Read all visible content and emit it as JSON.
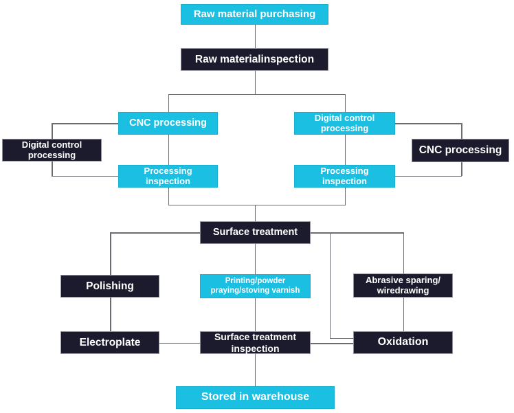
{
  "diagram": {
    "type": "flowchart",
    "background": "#ffffff",
    "colors": {
      "accent_cyan": "#1bbfe2",
      "dark_navy": "#1b1b2d",
      "connector_gray": "#6b6b72",
      "text": "#ffffff"
    },
    "nodes": {
      "raw_purchasing": {
        "label": "Raw material purchasing",
        "style": "cyan"
      },
      "raw_inspection": {
        "label": "Raw materialinspection",
        "style": "dark"
      },
      "cnc_left": {
        "label": "CNC processing",
        "style": "cyan"
      },
      "digital_left": {
        "label": "Digital control processing",
        "lines": [
          "Digital control",
          "processing"
        ],
        "style": "dark"
      },
      "proc_insp_left": {
        "label": "Processing inspection",
        "lines": [
          "Processing",
          "inspection"
        ],
        "style": "cyan"
      },
      "digital_right": {
        "label": "Digital control processing",
        "lines": [
          "Digital control",
          "processing"
        ],
        "style": "cyan"
      },
      "cnc_right": {
        "label": "CNC processing",
        "style": "dark"
      },
      "proc_insp_right": {
        "label": "Processing inspection",
        "lines": [
          "Processing",
          "inspection"
        ],
        "style": "cyan"
      },
      "surface_treatment": {
        "label": "Surface treatment",
        "style": "dark"
      },
      "polishing": {
        "label": "Polishing",
        "style": "dark"
      },
      "printing": {
        "label": "Printing/powder praying/stoving varnish",
        "lines": [
          "Printing/powder",
          "praying/stoving varnish"
        ],
        "style": "cyan"
      },
      "abrasive": {
        "label": "Abrasive sparing/wiredrawing",
        "lines": [
          "Abrasive sparing/",
          "wiredrawing"
        ],
        "style": "dark"
      },
      "electroplate": {
        "label": "Electroplate",
        "style": "dark"
      },
      "surface_inspection": {
        "label": "Surface treatment inspection",
        "lines": [
          "Surface treatment",
          "inspection"
        ],
        "style": "dark"
      },
      "oxidation": {
        "label": "Oxidation",
        "style": "dark"
      },
      "stored": {
        "label": "Stored in warehouse",
        "style": "cyan"
      }
    },
    "edges": [
      {
        "from": "raw_purchasing",
        "to": "raw_inspection"
      },
      {
        "from": "raw_inspection",
        "to": "cnc_left"
      },
      {
        "from": "raw_inspection",
        "to": "digital_right"
      },
      {
        "from": "cnc_left",
        "to": "digital_left"
      },
      {
        "from": "digital_left",
        "to": "proc_insp_left"
      },
      {
        "from": "digital_right",
        "to": "cnc_right"
      },
      {
        "from": "cnc_right",
        "to": "proc_insp_right"
      },
      {
        "from": "proc_insp_left",
        "to": "surface_treatment"
      },
      {
        "from": "proc_insp_right",
        "to": "surface_treatment"
      },
      {
        "from": "surface_treatment",
        "to": "polishing"
      },
      {
        "from": "surface_treatment",
        "to": "printing"
      },
      {
        "from": "surface_treatment",
        "to": "abrasive"
      },
      {
        "from": "surface_treatment",
        "to": "oxidation"
      },
      {
        "from": "polishing",
        "to": "electroplate"
      },
      {
        "from": "electroplate",
        "to": "surface_inspection"
      },
      {
        "from": "printing",
        "to": "surface_inspection"
      },
      {
        "from": "abrasive",
        "to": "oxidation"
      },
      {
        "from": "oxidation",
        "to": "surface_inspection"
      },
      {
        "from": "surface_inspection",
        "to": "stored"
      }
    ]
  }
}
